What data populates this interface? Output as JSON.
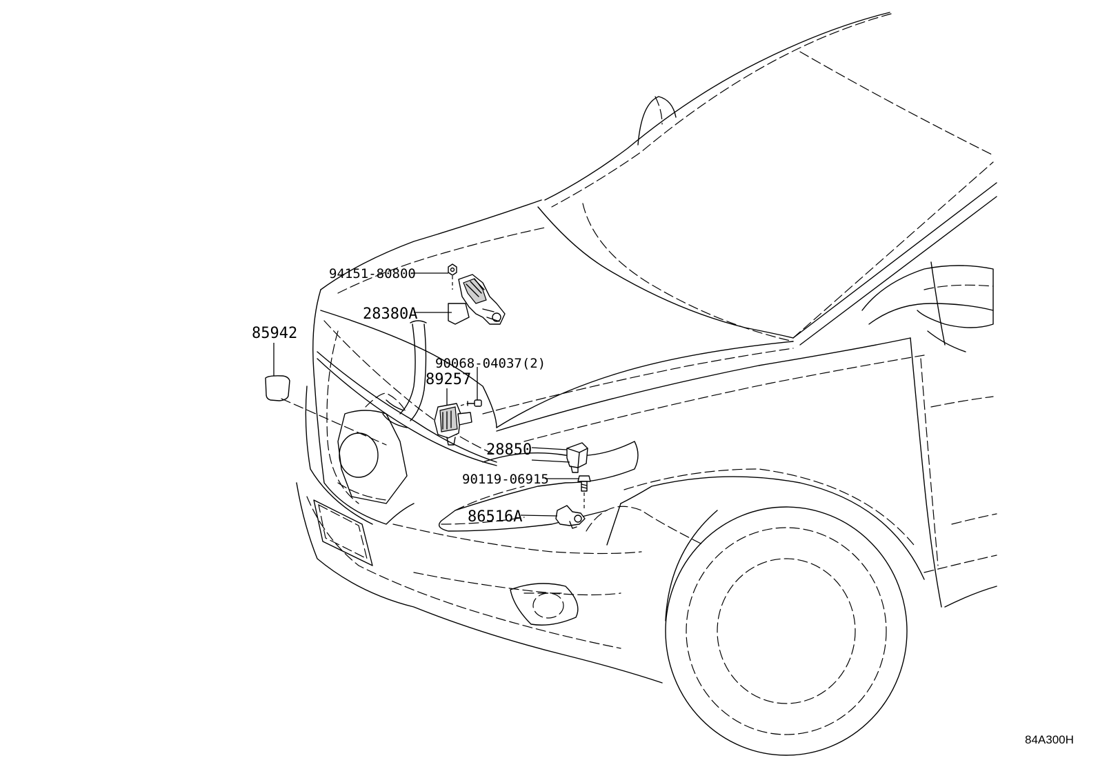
{
  "diagram": {
    "code": "84A300H",
    "parts": [
      {
        "number": "94151-80800"
      },
      {
        "number": "28380A"
      },
      {
        "number": "85942"
      },
      {
        "number": "90068-04037(2)"
      },
      {
        "number": "89257"
      },
      {
        "number": "28850"
      },
      {
        "number": "90119-06915"
      },
      {
        "number": "86516A"
      }
    ]
  }
}
